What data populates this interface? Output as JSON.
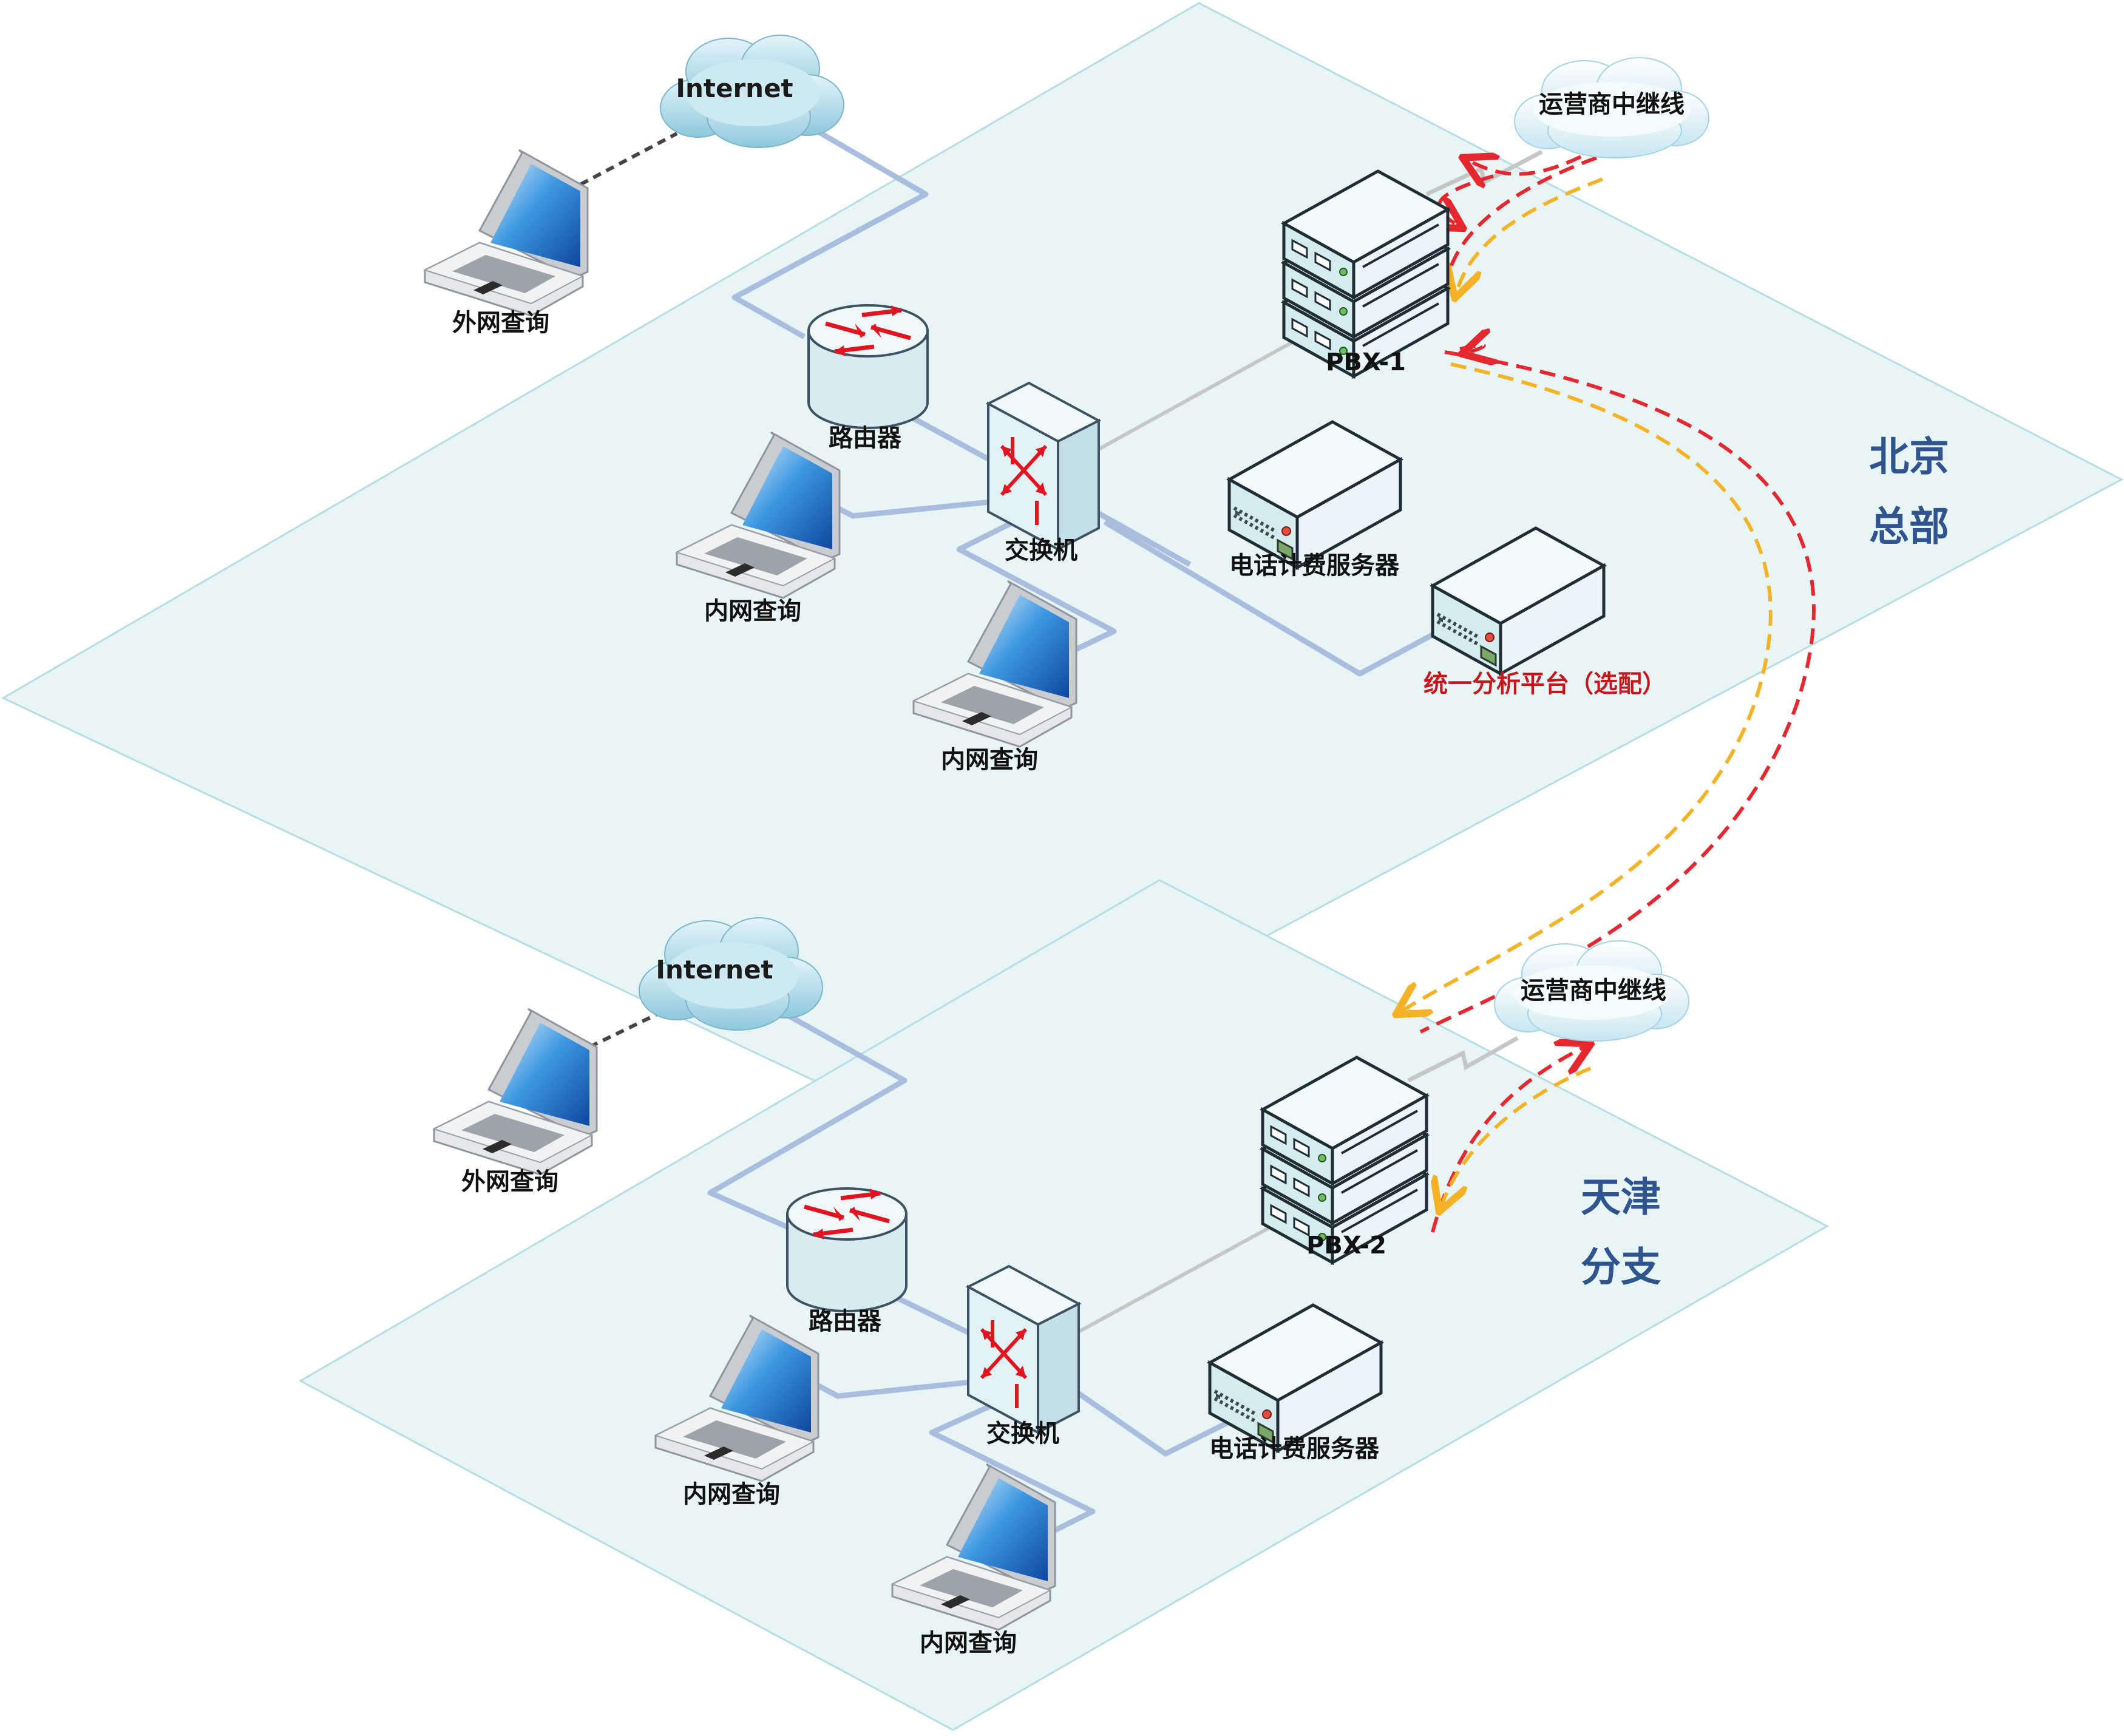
{
  "colors": {
    "plane_fill": "#e7f5f6",
    "plane_stroke": "#b5dde4",
    "link": "#a9bddf",
    "trunk": "#c6c6c6",
    "red_signal": "#e5282f",
    "yellow_signal": "#f4b226",
    "region_label": "#2f5490",
    "highlight_label": "#c8161d"
  },
  "beijing": {
    "region": [
      "北京",
      "总部"
    ],
    "internet": "Internet",
    "carrier": "运营商中继线",
    "external_query": "外网查询",
    "router": "路由器",
    "switch": "交换机",
    "pbx": "PBX-1",
    "billing_server": "电话计费服务器",
    "analytics_platform": "统一分析平台（选配）",
    "internal_query_1": "内网查询",
    "internal_query_2": "内网查询"
  },
  "tianjin": {
    "region": [
      "天津",
      "分支"
    ],
    "internet": "Internet",
    "carrier": "运营商中继线",
    "external_query": "外网查询",
    "router": "路由器",
    "switch": "交换机",
    "pbx": "PBX-2",
    "billing_server": "电话计费服务器",
    "internal_query_1": "内网查询",
    "internal_query_2": "内网查询"
  }
}
